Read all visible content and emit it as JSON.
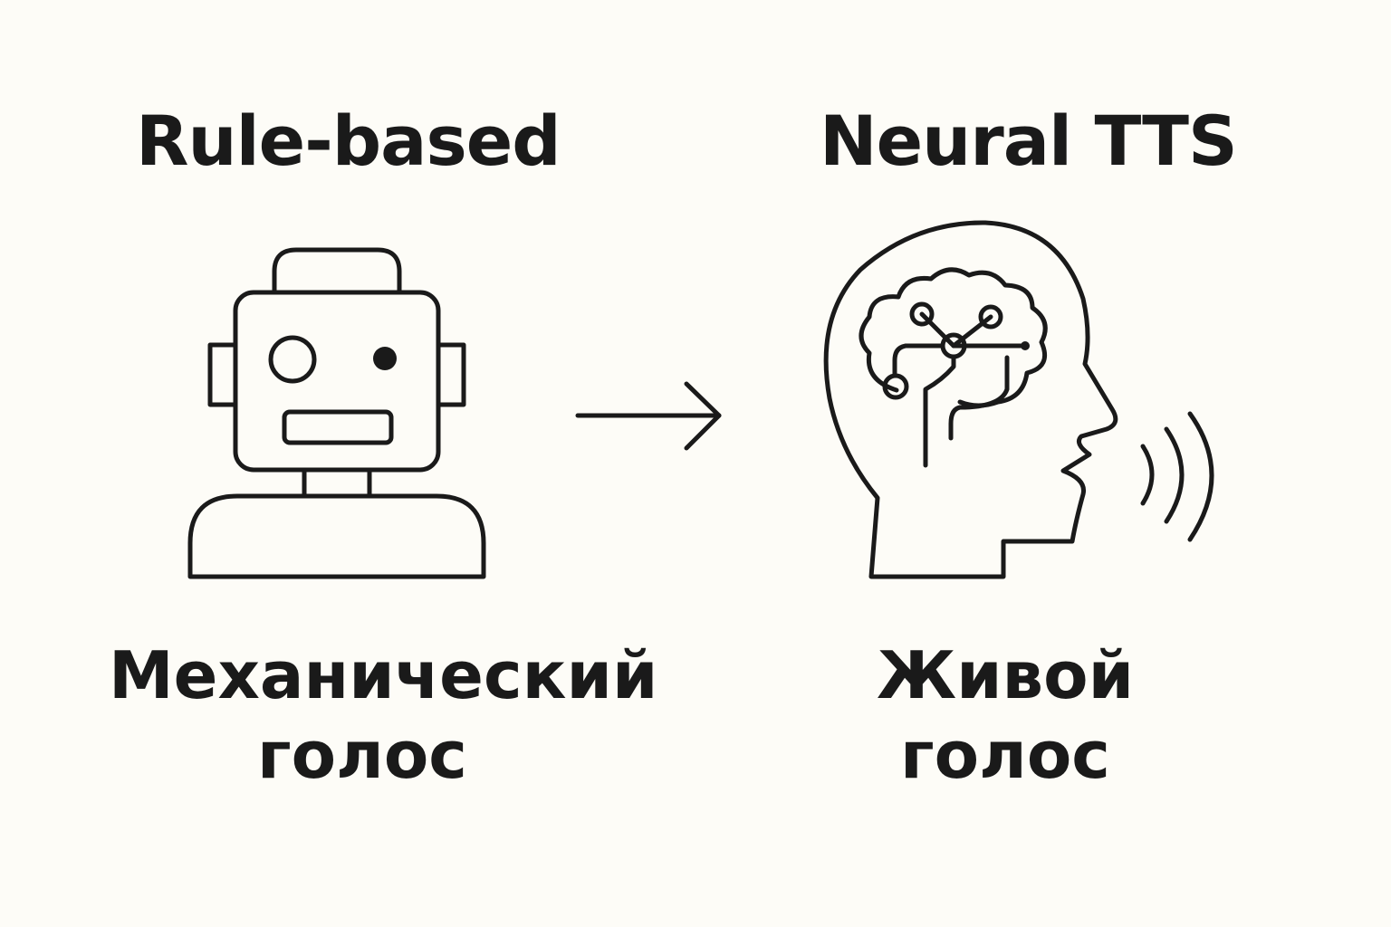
{
  "left": {
    "title": "Rule-based",
    "caption_line1": "Механический",
    "caption_line2": "голос",
    "icon": "robot-icon"
  },
  "right": {
    "title": "Neural TTS",
    "caption_line1": "Живой",
    "caption_line2": "голос",
    "icon": "human-head-brain-icon"
  },
  "connector": {
    "icon": "arrow-right-icon"
  },
  "colors": {
    "background": "#fdfcf7",
    "ink": "#1a1a1a"
  }
}
